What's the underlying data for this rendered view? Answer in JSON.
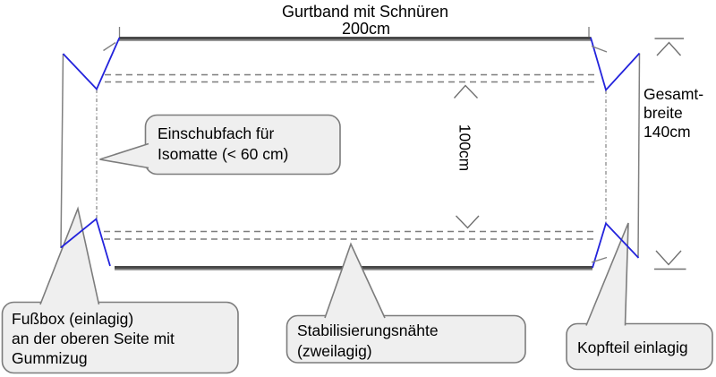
{
  "labels": {
    "strap_title": "Gurtband mit Schnüren",
    "strap_length": "200cm",
    "inner_height": "100cm",
    "total_width": [
      "Gesamt-",
      "breite",
      "140cm"
    ]
  },
  "callouts": {
    "einschubfach": [
      "Einschubfach für",
      "Isomatte (< 60 cm)"
    ],
    "fussbox": [
      "Fußbox (einlagig)",
      "an der oberen Seite mit",
      "Gummizug"
    ],
    "stabilisierungsnaehte": [
      "Stabilisierungsnähte",
      "(zweilagig)"
    ],
    "kopfteil": [
      "Kopfteil einlagig"
    ]
  },
  "colors": {
    "accent_blue": "#2323dc",
    "bar_dark": "#4a4a4a",
    "bar_light": "#9a9a9a",
    "line_gray": "#808080",
    "dash_gray": "#7d7d7d",
    "dot_gray": "#8a8a8a",
    "dim_gray": "#707070",
    "callout_fill": "#efefef",
    "callout_border": "#7c7c7c",
    "text": "#000000"
  }
}
